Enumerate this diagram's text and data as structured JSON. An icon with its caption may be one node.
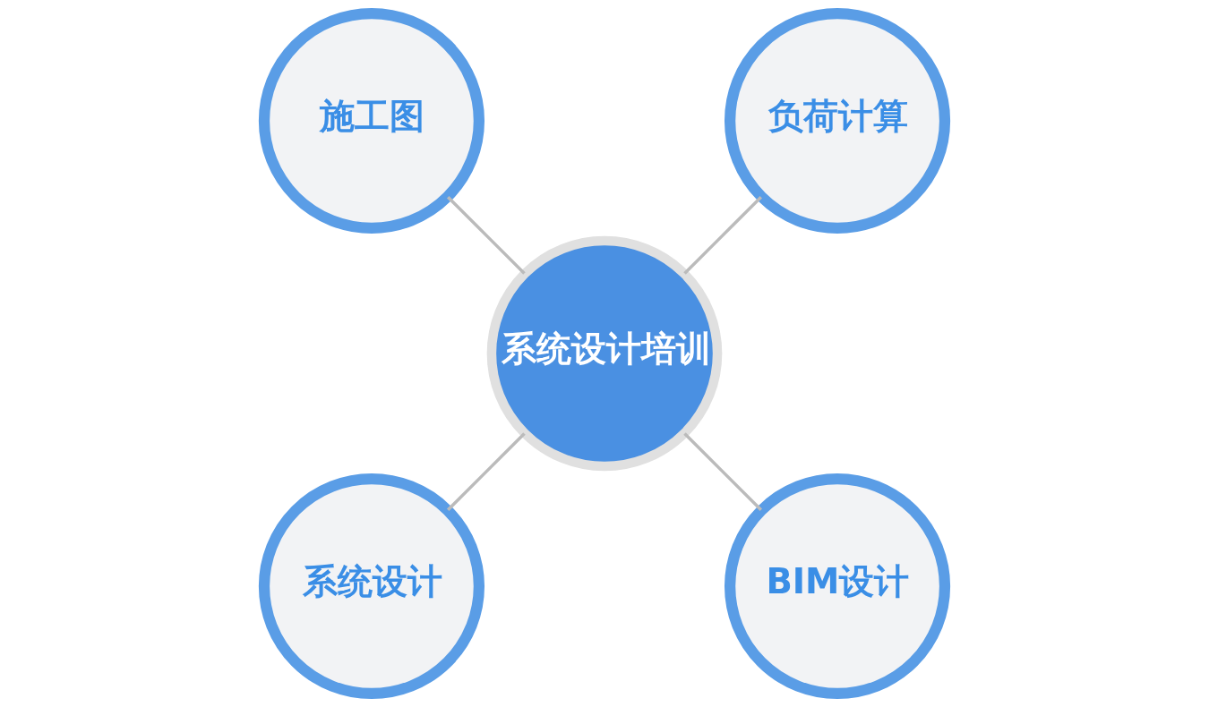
{
  "diagram": {
    "nodes": [
      {
        "text": [
          "系统设计培训"
        ]
      },
      {
        "text": [
          "负荷计算"
        ]
      },
      {
        "text": [
          "施工图"
        ]
      },
      {
        "text": [
          "系统设计"
        ]
      },
      {
        "text": [
          "BIM设计"
        ]
      }
    ],
    "edges": [
      {
        "from": 0,
        "to": 1,
        "arrow": "none"
      },
      {
        "from": 0,
        "to": 2,
        "arrow": "none"
      },
      {
        "from": 0,
        "to": 3,
        "arrow": "none"
      },
      {
        "from": 0,
        "to": 4,
        "arrow": "none"
      }
    ]
  }
}
